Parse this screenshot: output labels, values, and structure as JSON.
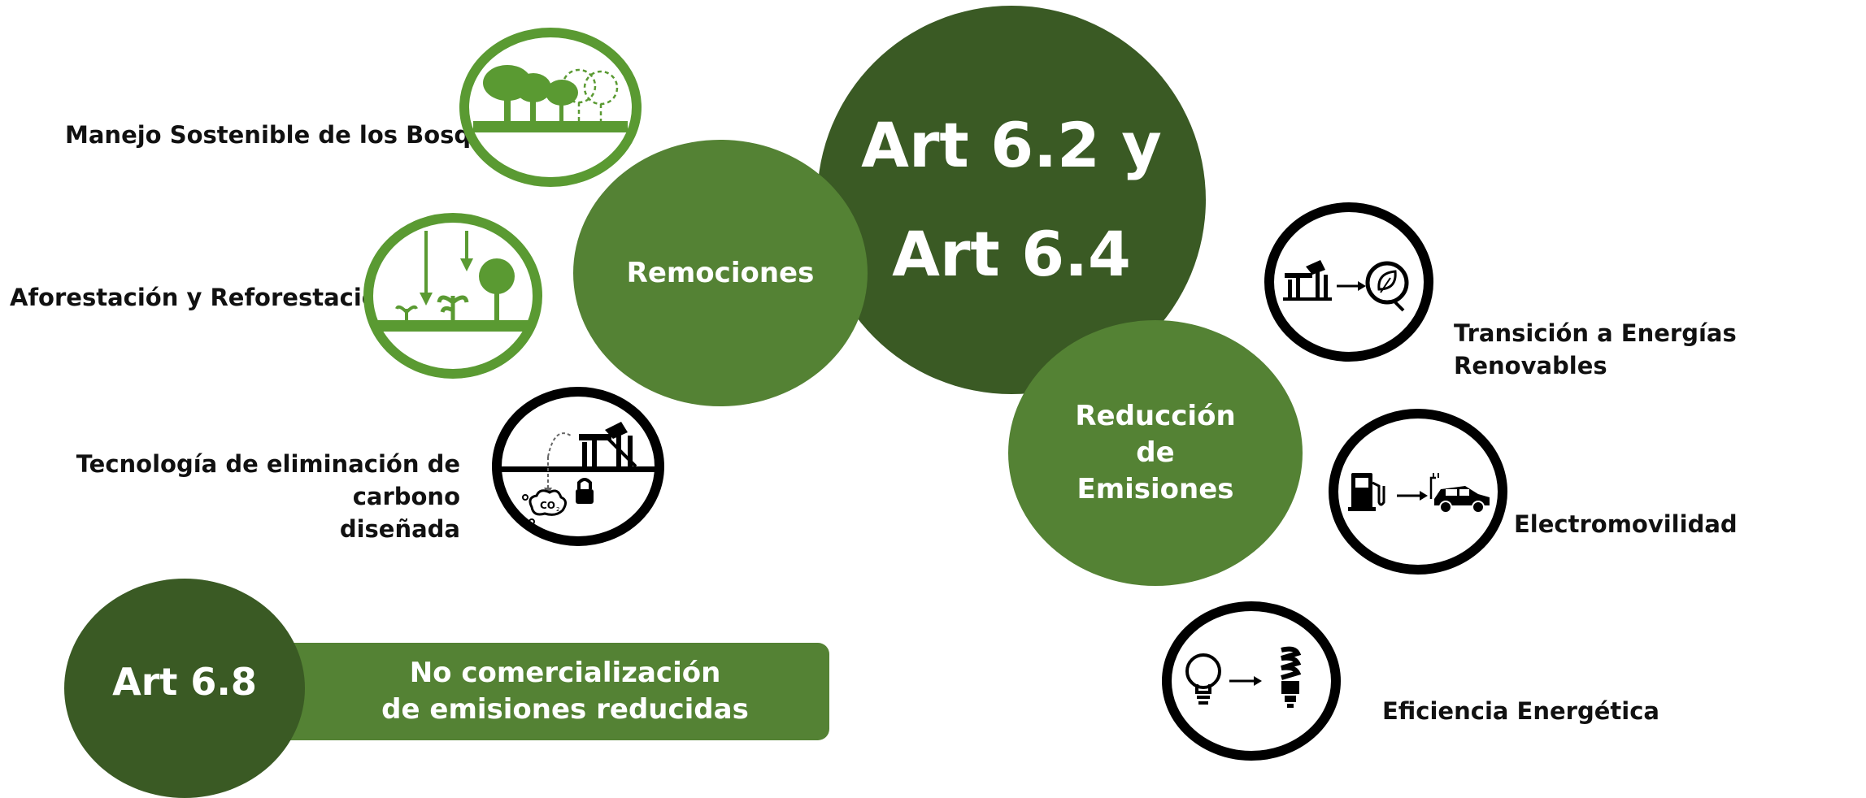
{
  "main": {
    "line1": "Art 6.2 y",
    "line2": "Art 6.4"
  },
  "removals": {
    "title": "Remociones",
    "items": [
      {
        "label": "Manejo Sostenible de los Bosques",
        "icon": "forest-icon"
      },
      {
        "label": "Aforestación y Reforestación",
        "icon": "reforestation-icon"
      },
      {
        "label_line1": "Tecnología de eliminación de carbono",
        "label_line2": "diseñada",
        "icon": "carbon-removal-icon"
      }
    ]
  },
  "reductions": {
    "title_line1": "Reducción",
    "title_line2": "de",
    "title_line3": "Emisiones",
    "items": [
      {
        "label": "Transición a Energías Renovables",
        "icon": "renewable-transition-icon"
      },
      {
        "label": "Electromovilidad",
        "icon": "electromobility-icon"
      },
      {
        "label": "Eficiencia Energética",
        "icon": "energy-efficiency-icon"
      }
    ]
  },
  "art68": {
    "title": "Art 6.8",
    "banner_line1": "No comercialización",
    "banner_line2": "de emisiones reducidas"
  },
  "colors": {
    "dark_green": "#3a5a24",
    "mid_green": "#548234",
    "icon_green": "#5a9a32",
    "icon_black": "#000000"
  }
}
